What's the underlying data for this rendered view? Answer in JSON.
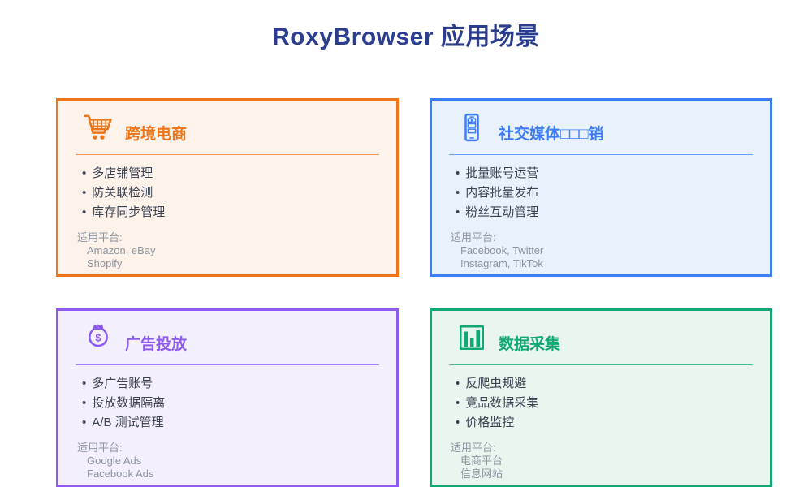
{
  "page": {
    "title": "RoxyBrowser 应用场景",
    "title_color": "#2b3d8f"
  },
  "cards": [
    {
      "id": "cross-border-ecommerce",
      "icon": "shopping-cart-icon",
      "title": "跨境电商",
      "accent": "#ee7519",
      "bg": "#fdf3ea",
      "features": [
        "多店铺管理",
        "防关联检测",
        "库存同步管理"
      ],
      "platforms_label": "适用平台:",
      "platforms": [
        "Amazon, eBay",
        "Shopify"
      ]
    },
    {
      "id": "social-media-marketing",
      "icon": "mobile-phone-icon",
      "title": "社交媒体□□□销",
      "accent": "#3d7df6",
      "bg": "#e9f1fd",
      "features": [
        "批量账号运营",
        "内容批量发布",
        "粉丝互动管理"
      ],
      "platforms_label": "适用平台:",
      "platforms": [
        "Facebook, Twitter",
        "Instagram, TikTok"
      ]
    },
    {
      "id": "ad-placement",
      "icon": "money-bag-icon",
      "title": "广告投放",
      "accent": "#8e5bf2",
      "bg": "#f4effd",
      "features": [
        "多广告账号",
        "投放数据隔离",
        "A/B 测试管理"
      ],
      "platforms_label": "适用平台:",
      "platforms": [
        "Google Ads",
        "Facebook Ads"
      ]
    },
    {
      "id": "data-collection",
      "icon": "bar-chart-icon",
      "title": "数据采集",
      "accent": "#12a871",
      "bg": "#e9f6ef",
      "features": [
        "反爬虫规避",
        "竞品数据采集",
        "价格监控"
      ],
      "platforms_label": "适用平台:",
      "platforms": [
        "电商平台",
        "信息网站"
      ]
    }
  ]
}
